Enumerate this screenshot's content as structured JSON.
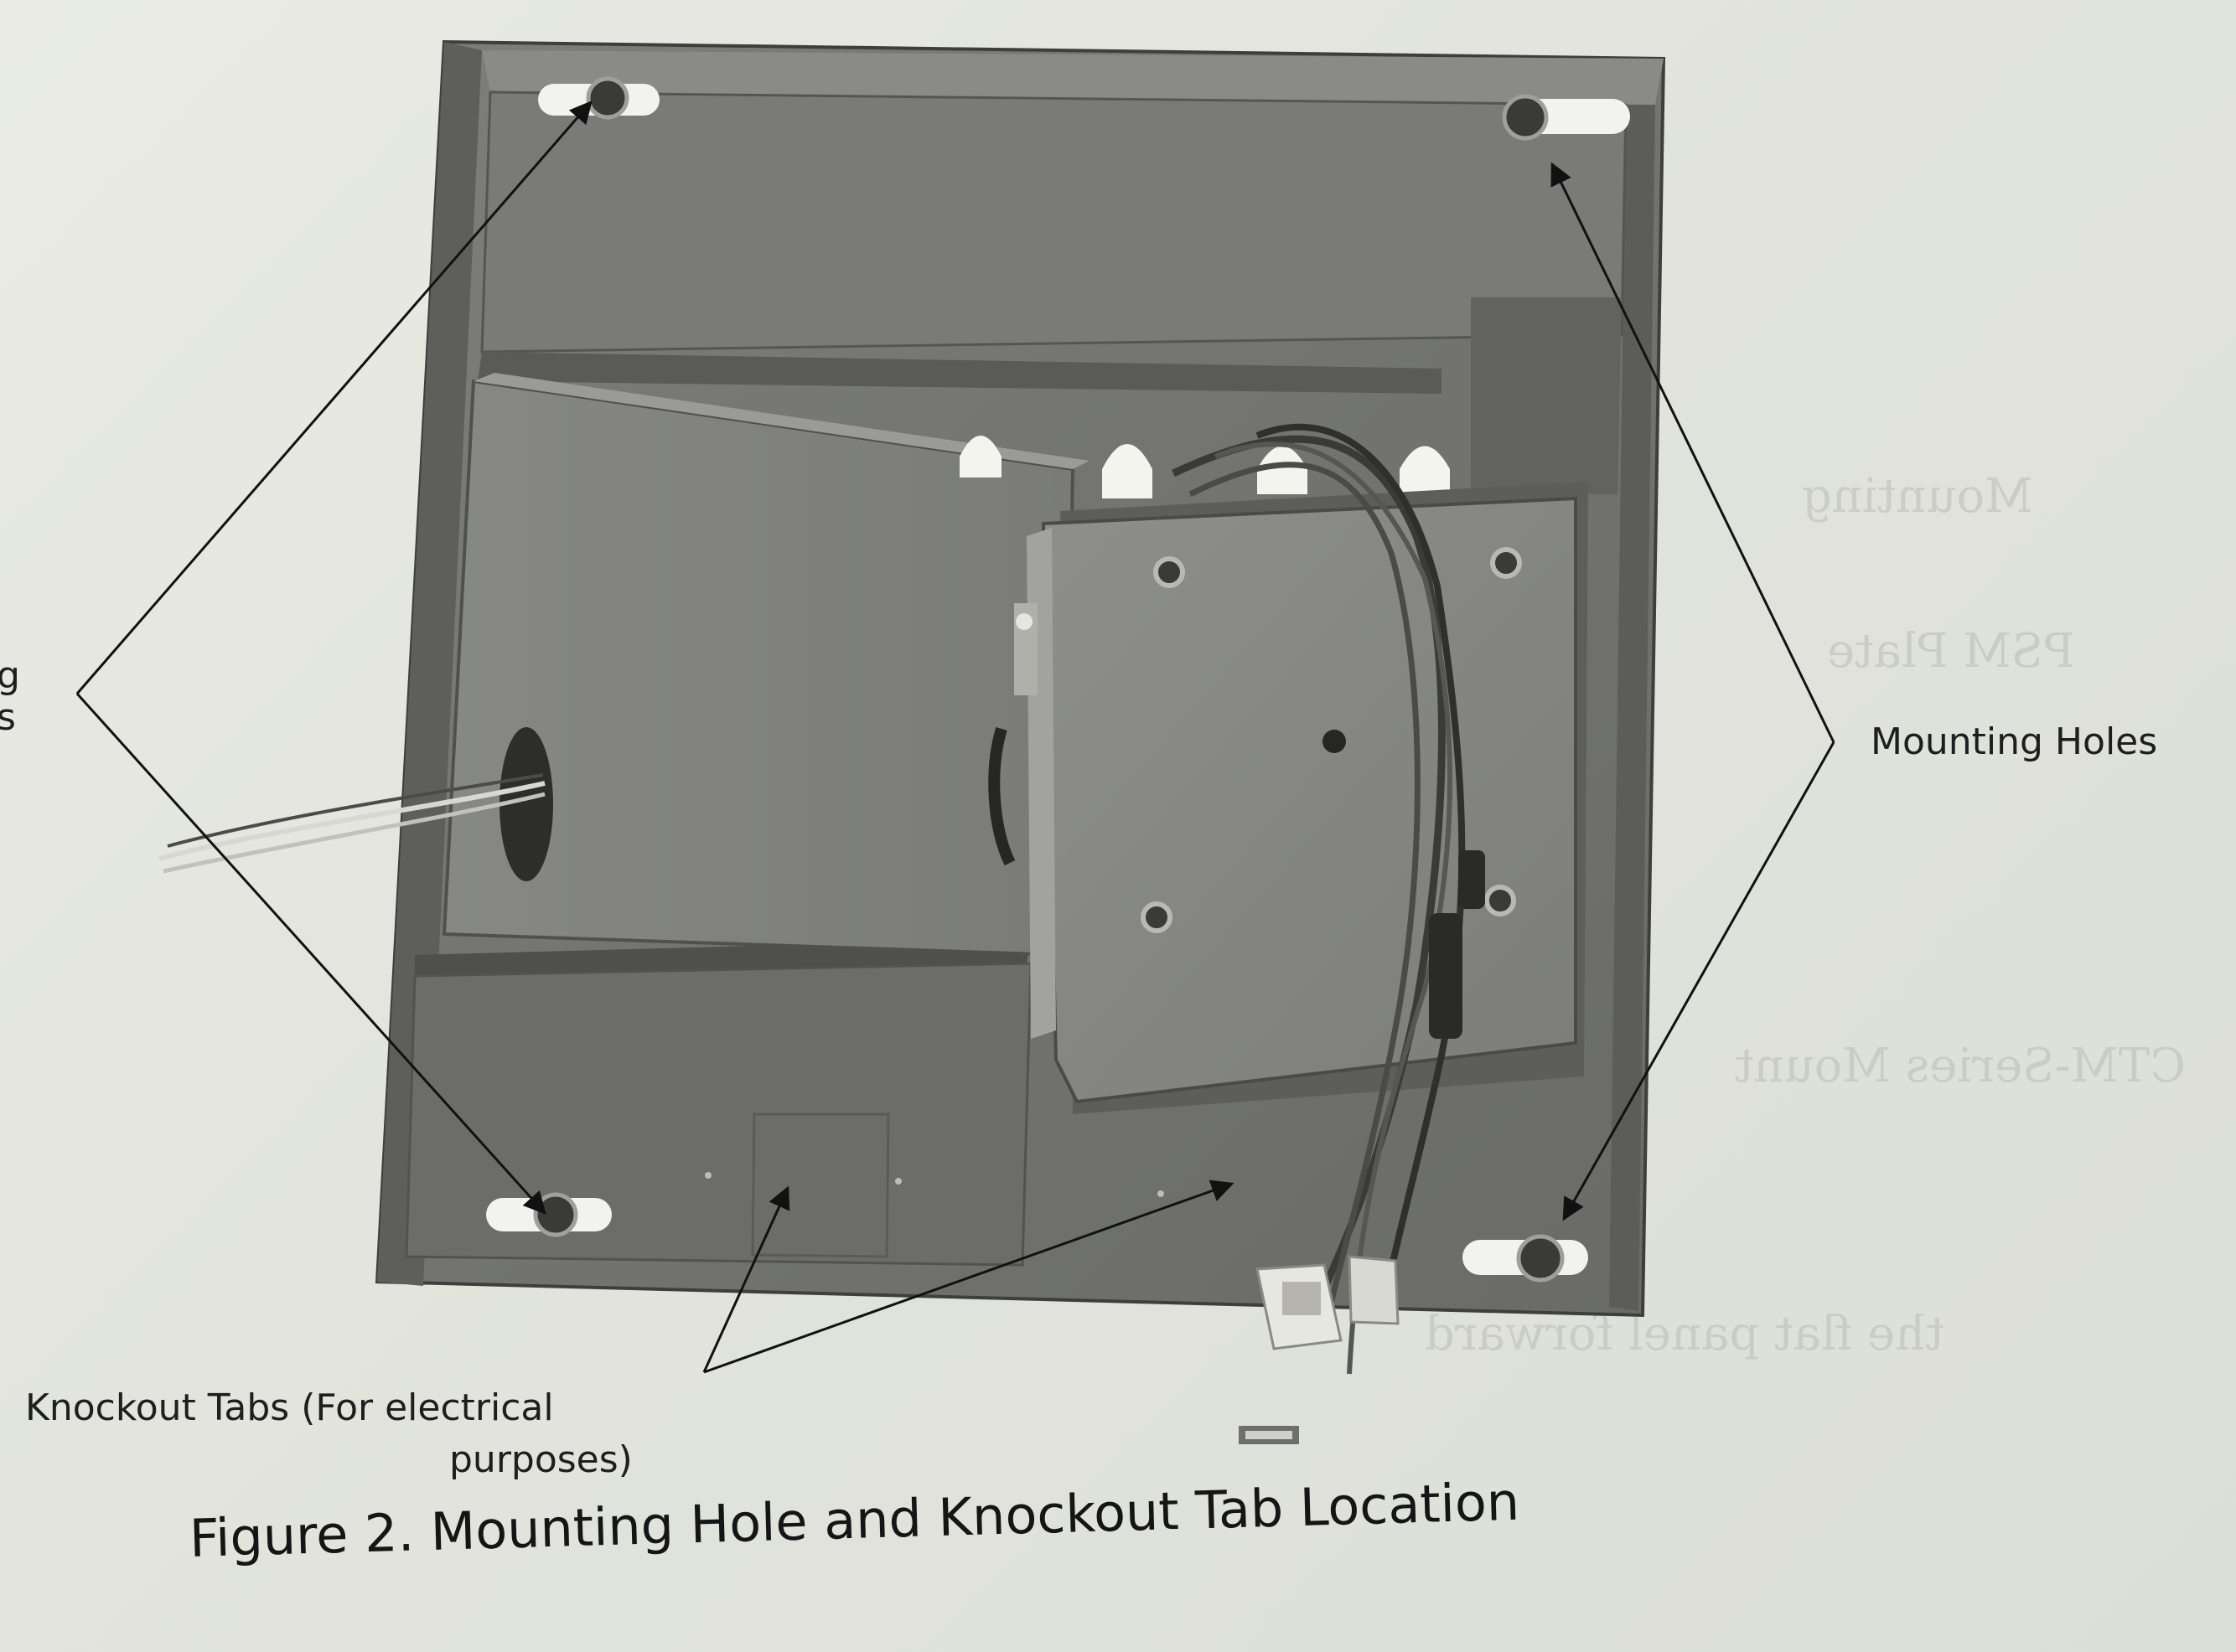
{
  "figure": {
    "caption": "Figure 2. Mounting Hole and Knockout Tab Location",
    "labels": {
      "mounting_holes": "Mounting Holes",
      "knockout_line1": "Knockout Tabs (For electrical",
      "knockout_line2": "purposes)",
      "left_cut_1": "g",
      "left_cut_2": "s"
    }
  },
  "icons": {
    "photo": "mounting-plate-photo"
  },
  "colors": {
    "plate": "#767773",
    "plate_light": "#8b8c87",
    "plate_dark": "#4d4e4a",
    "background": "#e3e5de",
    "text": "#1e1e1e",
    "hole": "#f2f2ee"
  }
}
